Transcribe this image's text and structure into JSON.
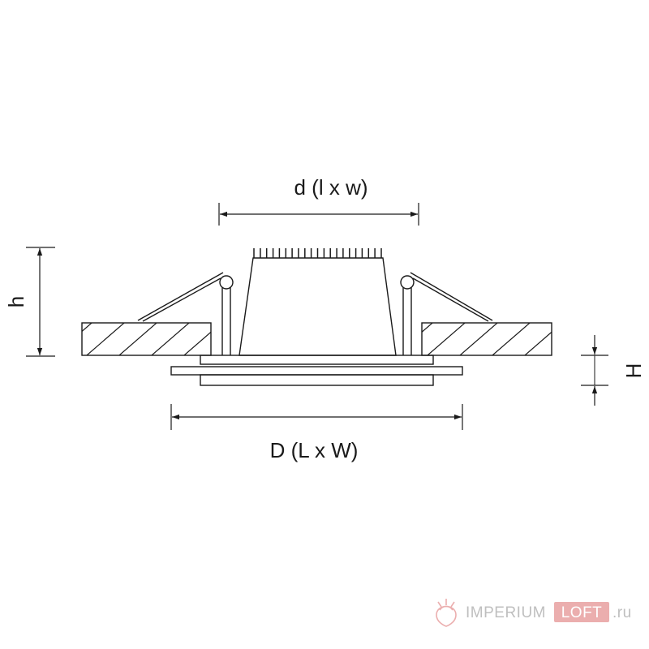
{
  "dimensions": {
    "inner_width_label": "d (l x w)",
    "outer_width_label": "D (L x W)",
    "height_label": "h",
    "frame_height_label": "H"
  },
  "watermark": {
    "brand": "IMPERIUM",
    "brand_highlight": "LOFT",
    "suffix": ".ru"
  },
  "colors": {
    "line": "#1a1a1a",
    "background": "#ffffff",
    "watermark_gray": "#b4b4b4",
    "watermark_accent": "#e8a0a0"
  }
}
